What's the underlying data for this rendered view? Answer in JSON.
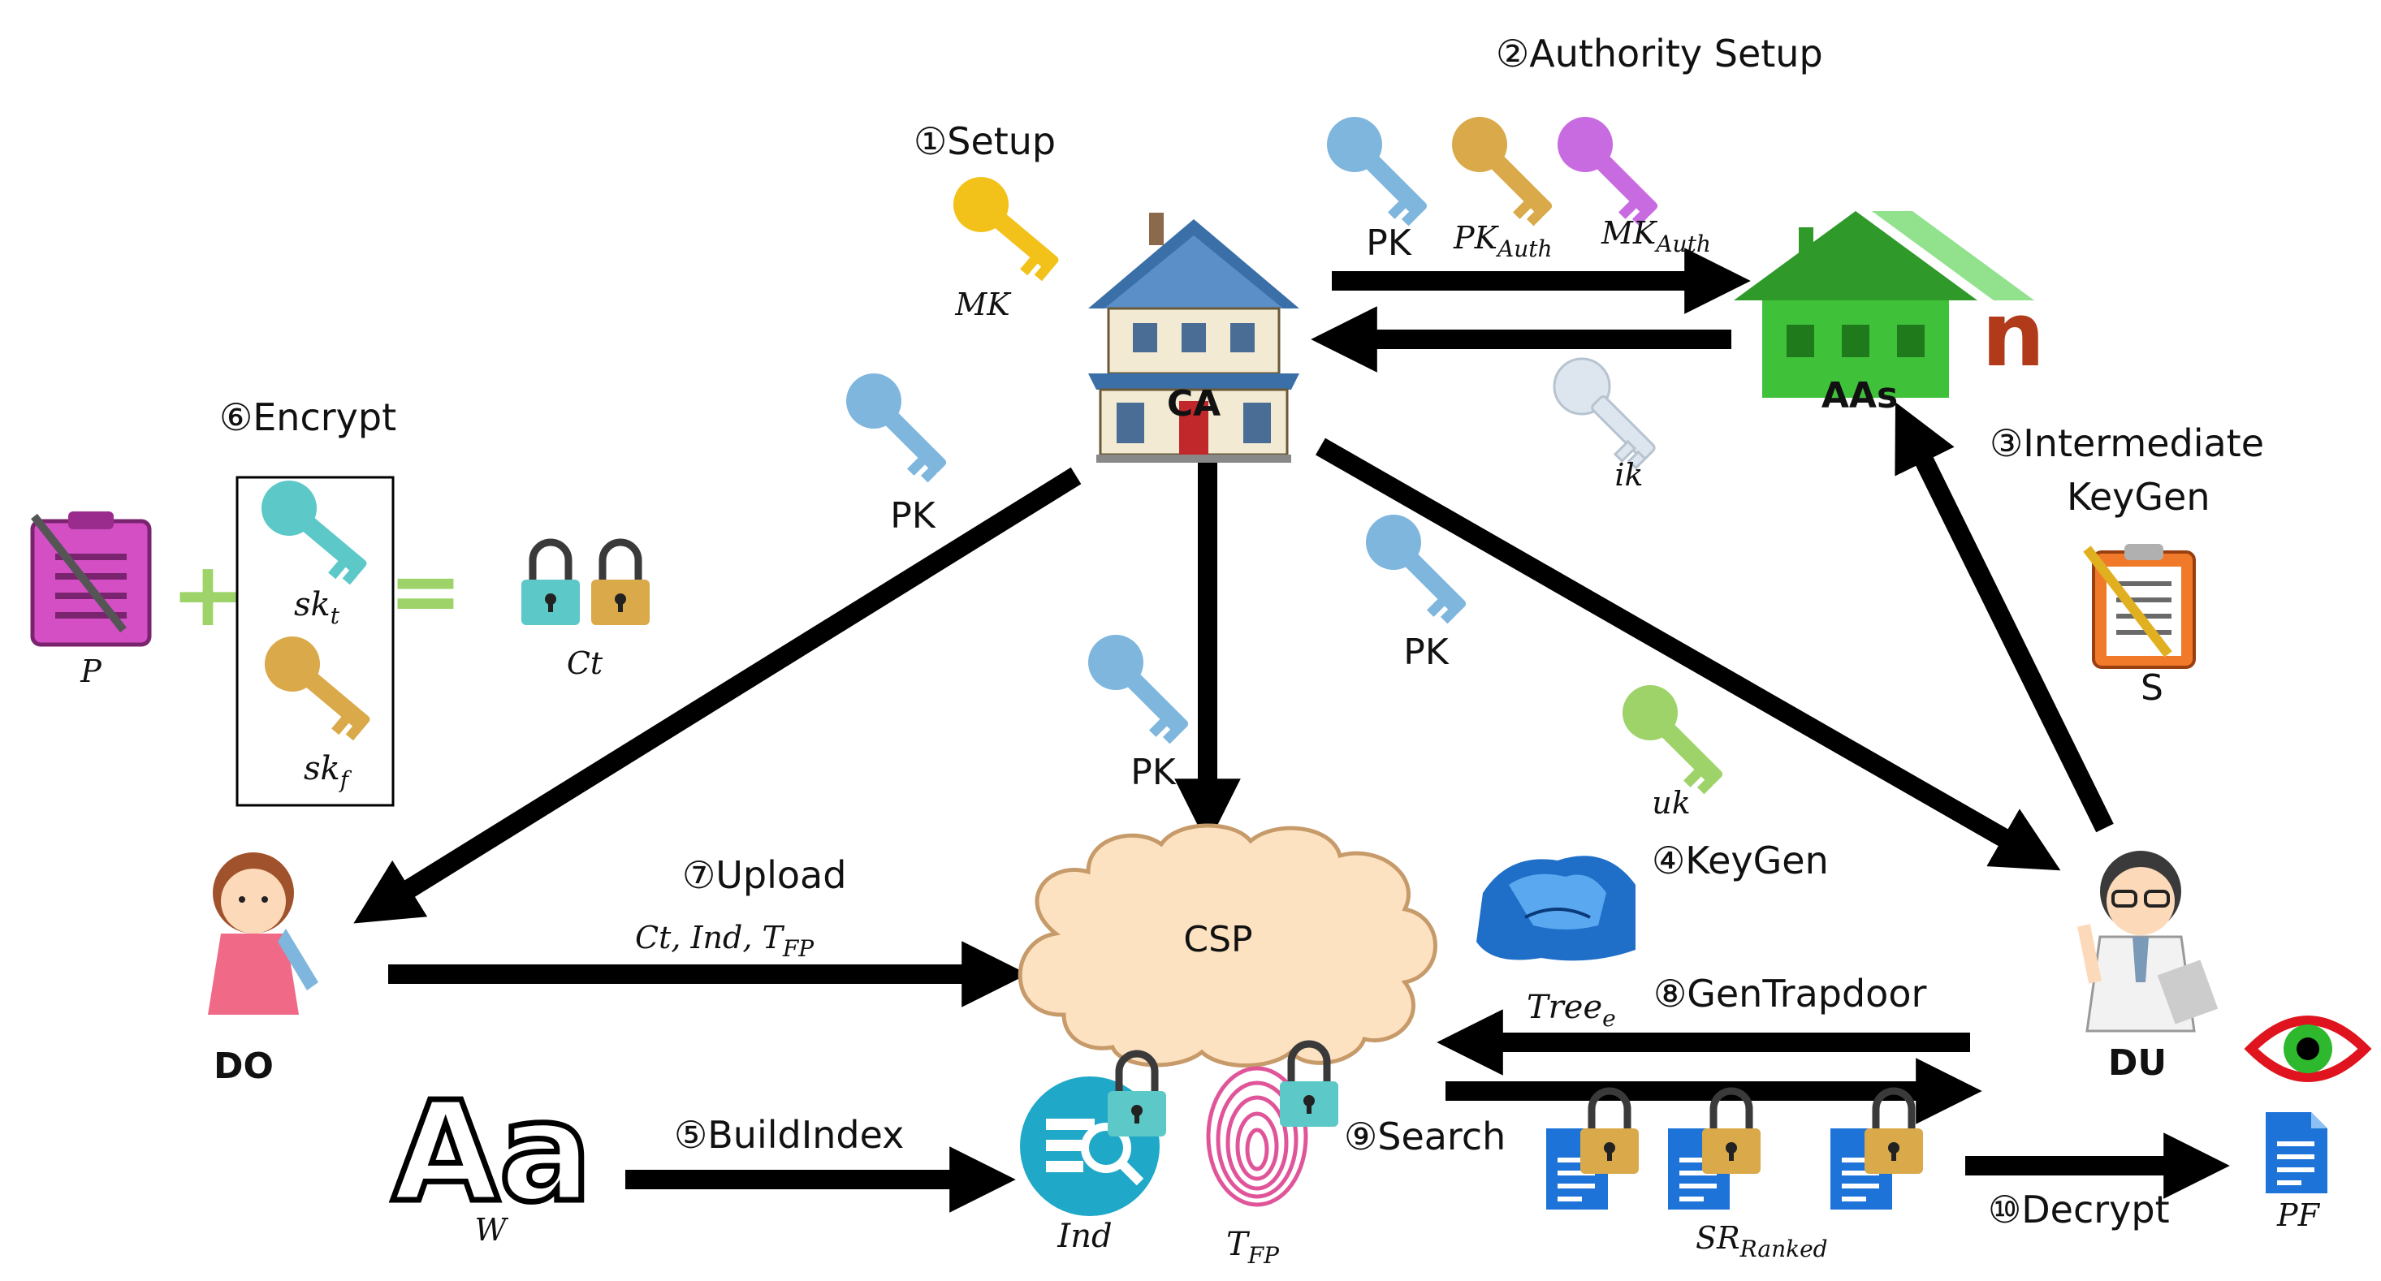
{
  "steps": {
    "setup": "①Setup",
    "authority_setup": "②Authority Setup",
    "intermediate_keygen_1": "③Intermediate",
    "intermediate_keygen_2": "KeyGen",
    "keygen": "④KeyGen",
    "build_index": "⑤BuildIndex",
    "encrypt": "⑥Encrypt",
    "upload": "⑦Upload",
    "gen_trapdoor": "⑧GenTrapdoor",
    "search": "⑨Search",
    "decrypt": "⑩Decrypt"
  },
  "nodes": {
    "ca": "CA",
    "aas": "AAs",
    "aas_count": "n",
    "csp": "CSP",
    "do": "DO",
    "du": "DU"
  },
  "keys": {
    "mk": "MK",
    "pk": "PK",
    "pk_auth_base": "PK",
    "pk_auth_sub": "Auth",
    "mk_auth_base": "MK",
    "mk_auth_sub": "Auth",
    "ik": "ik",
    "uk": "uk",
    "sk_t_base": "sk",
    "sk_t_sub": "t",
    "sk_f_base": "sk",
    "sk_f_sub": "f"
  },
  "symbols": {
    "p": "P",
    "ct": "Ct",
    "s": "S",
    "w": "W",
    "w_glyph": "Aa",
    "ind": "Ind",
    "tfp_base": "T",
    "tfp_sub": "FP",
    "tree_base": "Tree",
    "tree_sub": "e",
    "sr_base": "SR",
    "sr_sub": "Ranked",
    "pf": "PF",
    "plus": "+",
    "equals": "=",
    "upload_label_base": "Ct, Ind, T",
    "upload_label_sub": "FP"
  },
  "colors": {
    "key_yellow": "#f2c21a",
    "key_blue": "#7fb6dd",
    "key_gold": "#d9a94a",
    "key_purple": "#c86be0",
    "key_white": "#dde6ee",
    "key_teal": "#5cc8c8",
    "key_green": "#9ed36a",
    "house_green": "#36b82f",
    "aas_n": "#b03a1a",
    "cloud_fill": "#fde2c2",
    "cloud_stroke": "#c79a6a",
    "doc_blue": "#1e73d9",
    "policy_pink": "#d44fc4",
    "eye_red": "#e0141e"
  }
}
